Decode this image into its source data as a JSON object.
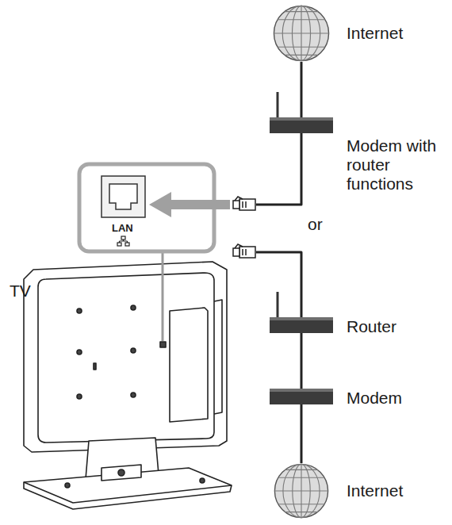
{
  "diagram": {
    "nodes": [
      {
        "text": [
          "Internet"
        ]
      },
      {
        "text": [
          "Modem with router functions"
        ]
      },
      {
        "text": [
          "Router"
        ]
      },
      {
        "text": [
          "Modem"
        ]
      },
      {
        "text": [
          "Internet"
        ]
      },
      {
        "text": [
          "TV"
        ]
      }
    ],
    "edges": [
      {
        "from": 0,
        "to": 1,
        "arrow": "none"
      },
      {
        "from": 1,
        "to": 5,
        "arrow": "none"
      },
      {
        "from": 2,
        "to": 5,
        "arrow": "none"
      },
      {
        "from": 2,
        "to": 3,
        "arrow": "none"
      },
      {
        "from": 3,
        "to": 4,
        "arrow": "none"
      }
    ],
    "labels": [
      "or",
      "LAN"
    ]
  }
}
